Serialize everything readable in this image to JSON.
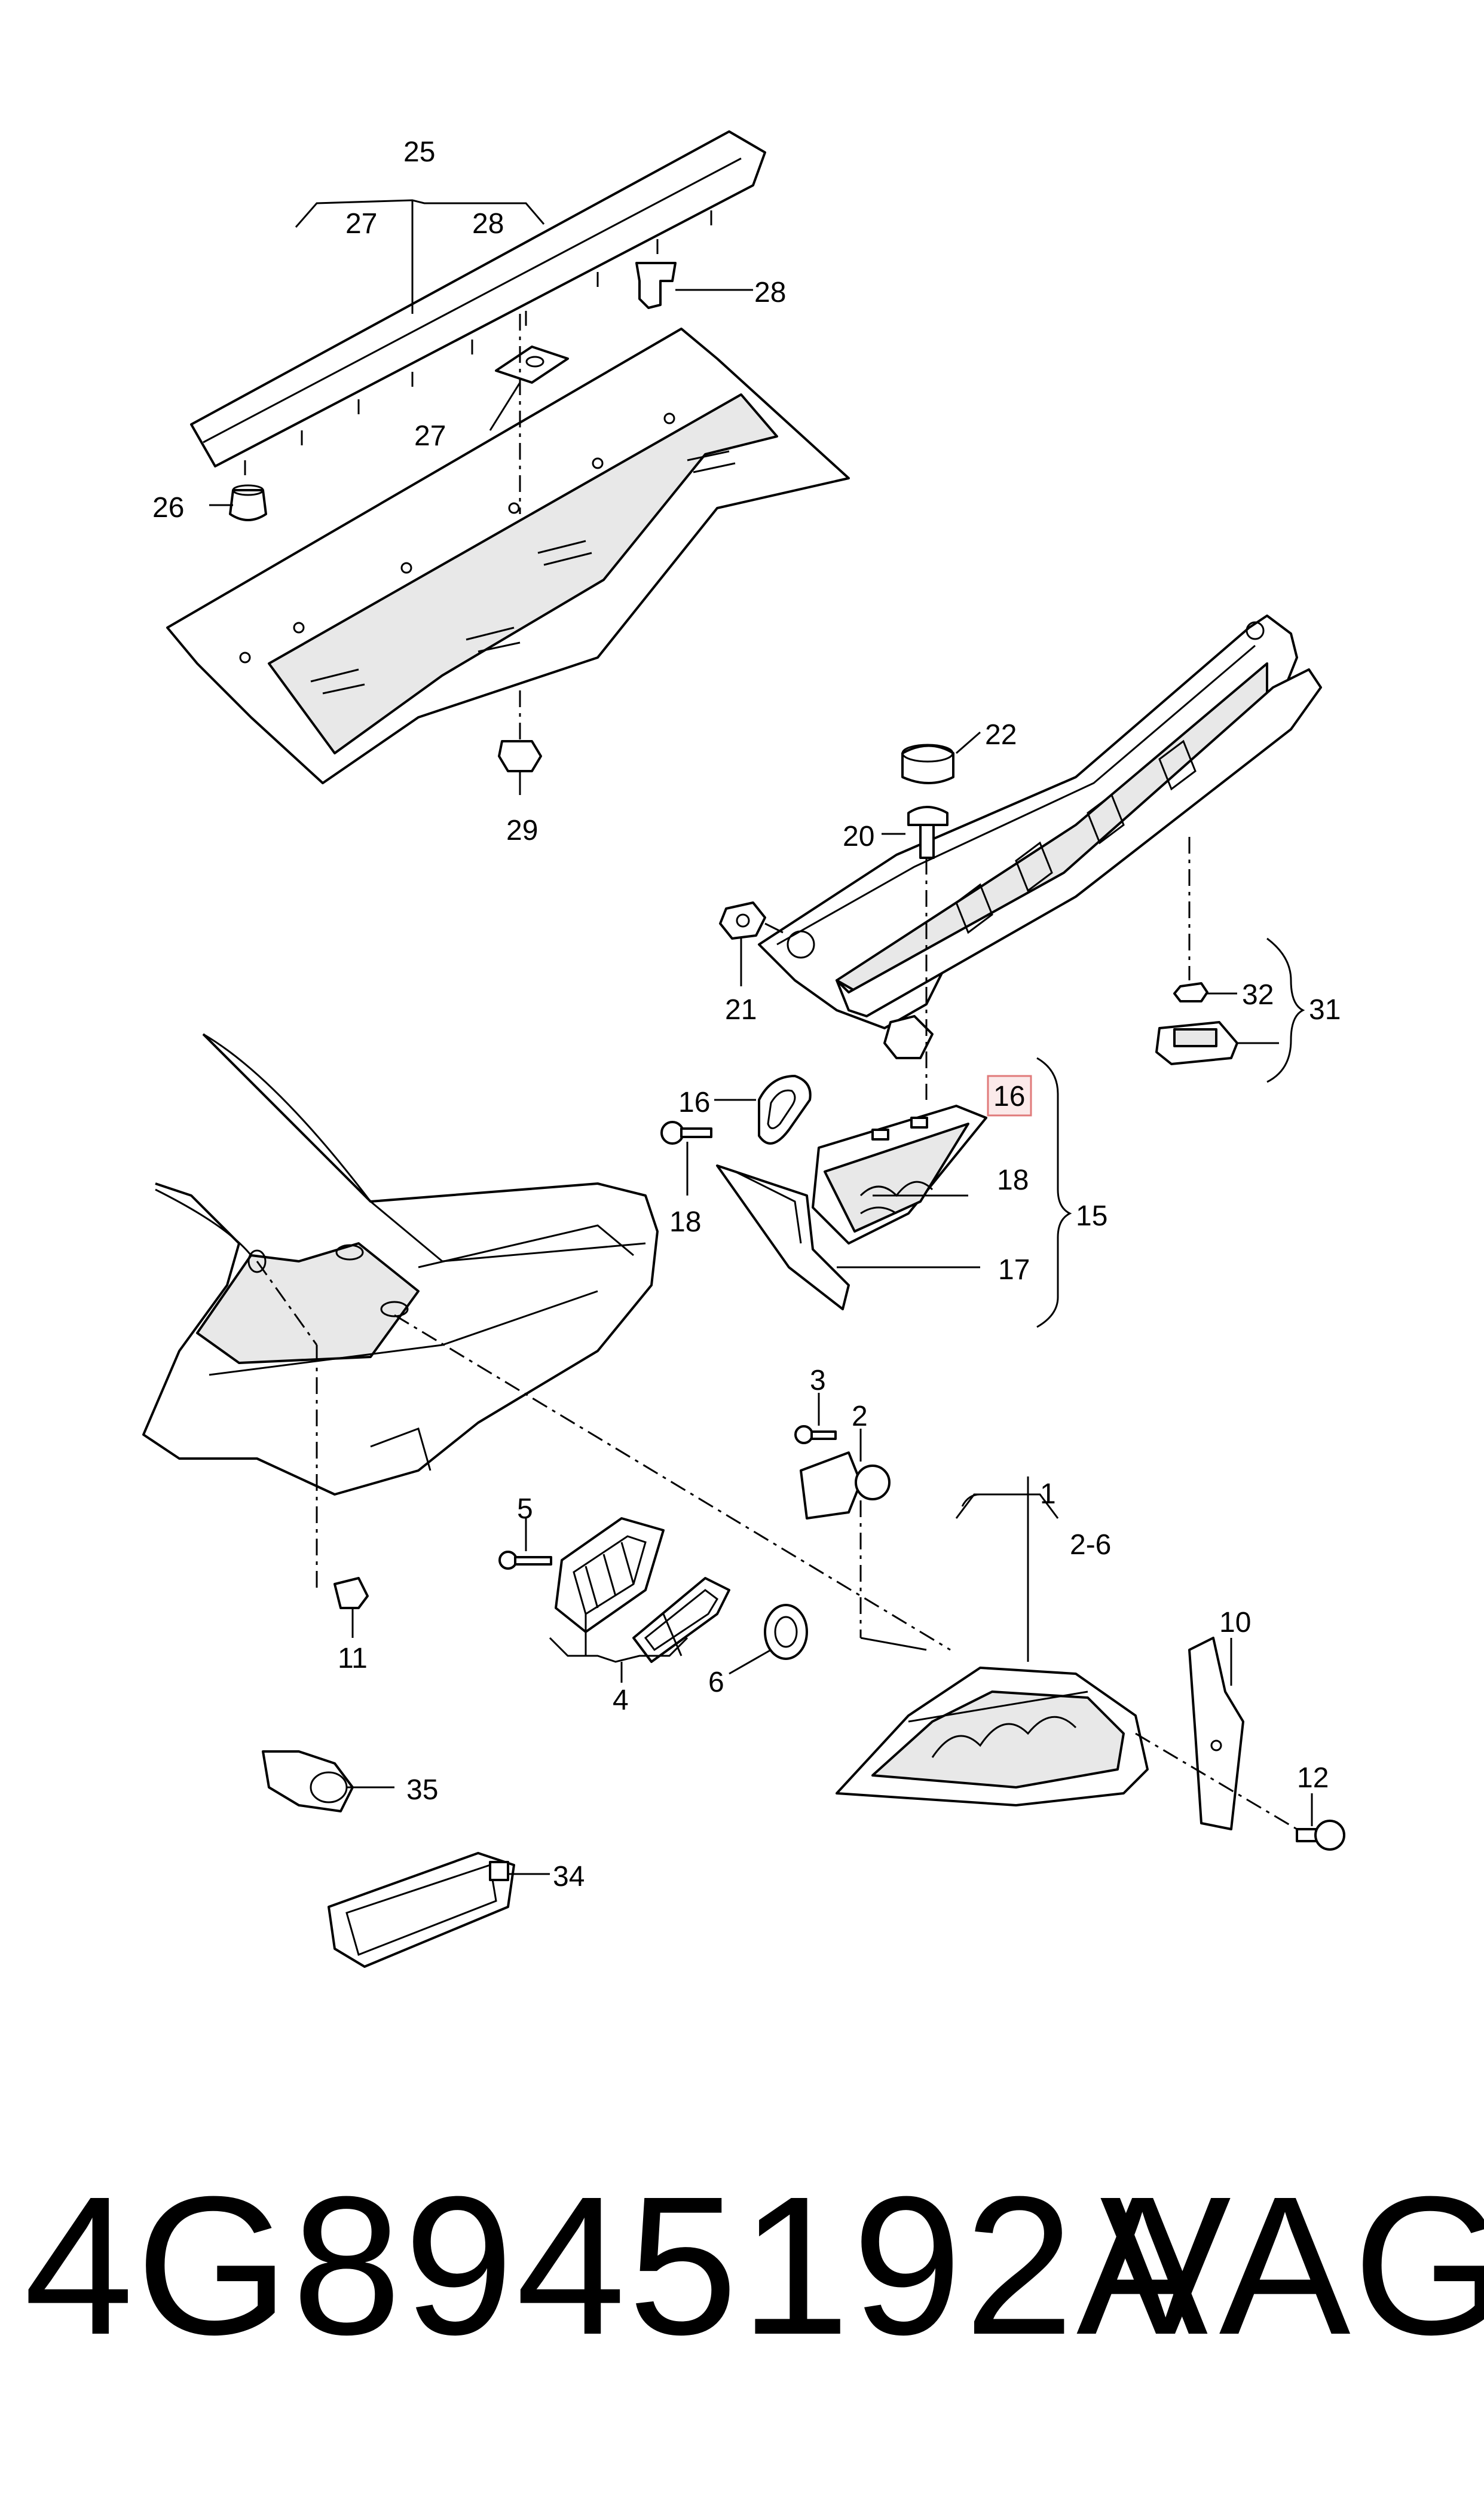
{
  "footer": {
    "part_number": "4G8945192A",
    "brand": "VAG"
  },
  "callouts": {
    "c25": "25",
    "c27a": "27",
    "c28a": "28",
    "c28b": "28",
    "c27b": "27",
    "c26": "26",
    "c29": "29",
    "c22": "22",
    "c20": "20",
    "c21": "21",
    "c32": "32",
    "c31": "31",
    "c16a": "16",
    "c16b": "16",
    "c18a": "18",
    "c18b": "18",
    "c15": "15",
    "c17": "17",
    "c3": "3",
    "c2": "2",
    "c1": "1",
    "c26range": "2-6",
    "c5": "5",
    "c10": "10",
    "c12": "12",
    "c6": "6",
    "c11": "11",
    "c4": "4",
    "c35": "35",
    "c34": "34"
  },
  "highlight": {
    "color": "#e07a7a",
    "fill": "#fbeaea"
  }
}
